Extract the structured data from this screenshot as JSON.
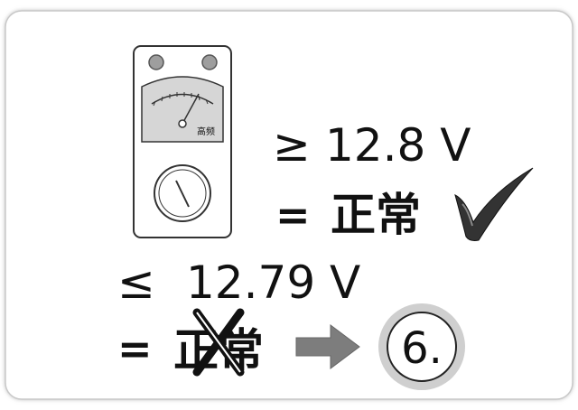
{
  "meter": {
    "label": "高频"
  },
  "condition_high": {
    "symbol": "≥",
    "value": "12.8 V",
    "equals": "=",
    "result": "正常"
  },
  "condition_low": {
    "symbol": "≤",
    "value": "12.79 V",
    "equals": "=",
    "result": "正常"
  },
  "next_step": {
    "label": "6."
  },
  "colors": {
    "panel_border": "#c8c8c8",
    "meter_knob": "#9e9e9e",
    "meter_dial": "#d6d6d6",
    "arrow": "#7d7d7d",
    "step_circle": "#cfcfcf"
  }
}
